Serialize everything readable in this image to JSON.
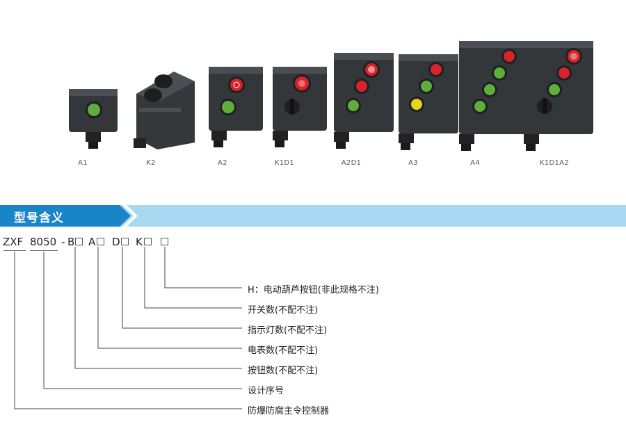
{
  "products": [
    {
      "id": "A1",
      "caption": "A1"
    },
    {
      "id": "K2",
      "caption": "K2"
    },
    {
      "id": "A2",
      "caption": "A2"
    },
    {
      "id": "K1D1",
      "caption": "K1D1"
    },
    {
      "id": "A2D1",
      "caption": "A2D1"
    },
    {
      "id": "A3",
      "caption": "A3"
    },
    {
      "id": "A4",
      "caption": "A4"
    },
    {
      "id": "K1D1A2",
      "caption": "K1D1A2"
    }
  ],
  "section_title": "型号含义",
  "model_code": {
    "prefix": "ZXF",
    "series": "8050",
    "dash": "-",
    "b_letter": "B",
    "a_letter": "A",
    "d_letter": "D",
    "k_letter": "K"
  },
  "meanings": [
    {
      "key": "h",
      "text": "H：电动葫芦按钮(非此规格不注)"
    },
    {
      "key": "switch",
      "text": "开关数(不配不注)"
    },
    {
      "key": "indicator",
      "text": "指示灯数(不配不注)"
    },
    {
      "key": "meter",
      "text": "电表数(不配不注)"
    },
    {
      "key": "button",
      "text": "按钮数(不配不注)"
    },
    {
      "key": "series",
      "text": "设计序号"
    },
    {
      "key": "prefix",
      "text": "防爆防腐主令控制器"
    }
  ],
  "colors": {
    "banner_dark": "#1a84c8",
    "banner_light": "#a8d9f2",
    "enclosure": "#3a3d40",
    "button_red": "#d8232a",
    "button_green": "#5fae3c",
    "button_yellow": "#e9d31a"
  }
}
